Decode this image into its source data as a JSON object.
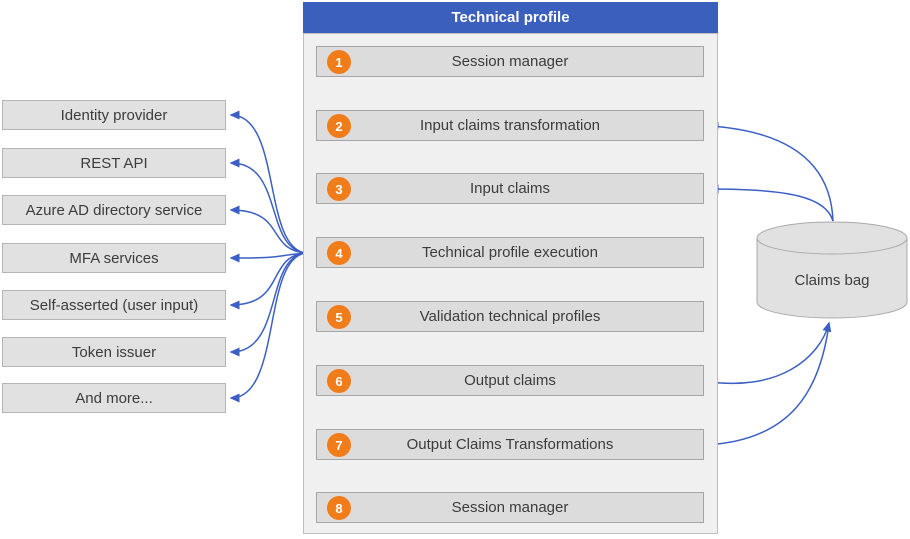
{
  "diagram": {
    "title": "Technical profile",
    "steps": [
      {
        "num": "1",
        "label": "Session manager"
      },
      {
        "num": "2",
        "label": "Input claims transformation"
      },
      {
        "num": "3",
        "label": "Input claims"
      },
      {
        "num": "4",
        "label": "Technical profile execution"
      },
      {
        "num": "5",
        "label": "Validation technical profiles"
      },
      {
        "num": "6",
        "label": "Output claims"
      },
      {
        "num": "7",
        "label": "Output Claims Transformations"
      },
      {
        "num": "8",
        "label": "Session manager"
      }
    ],
    "sources": [
      {
        "label": "Identity provider"
      },
      {
        "label": "REST API"
      },
      {
        "label": "Azure AD directory service"
      },
      {
        "label": "MFA services"
      },
      {
        "label": "Self-asserted (user input)"
      },
      {
        "label": "Token issuer"
      },
      {
        "label": "And more..."
      }
    ],
    "store": {
      "label": "Claims bag"
    },
    "colors": {
      "header_bg": "#3b5fbd",
      "header_text": "#ffffff",
      "container_bg": "#f0f0f0",
      "step_bg": "#dcdcdc",
      "step_badge": "#f07d1a",
      "source_bg": "#e1e1e1",
      "cylinder_bg": "#e1e1e1",
      "arrow_blue": "#3b5fc4"
    }
  }
}
